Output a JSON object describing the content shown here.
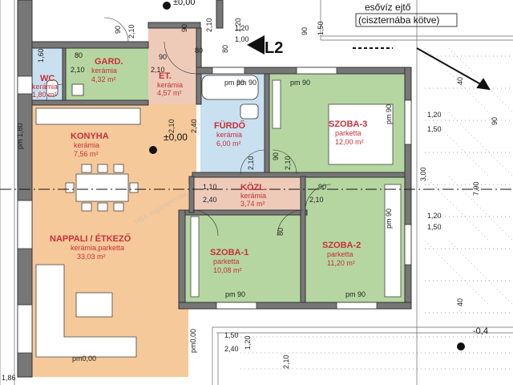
{
  "annotations": {
    "top_level": "±0,00",
    "center_level": "±0,00",
    "right_level": "-0,4",
    "section_mark": "L2",
    "downpipe_line1": "esővíz ejtő",
    "downpipe_line2": "(ciszternába kötve)",
    "watermark": "H&K Ingatlaniroda"
  },
  "rooms": [
    {
      "id": "gard",
      "name": "GARD.",
      "material": "kerámia",
      "area": "4,32 m²"
    },
    {
      "id": "wc",
      "name": "WC",
      "material": "kerámia",
      "area": "1,80 m²"
    },
    {
      "id": "et",
      "name": "ET.",
      "material": "kerámia",
      "area": "4,57 m²"
    },
    {
      "id": "konyha",
      "name": "KONYHA",
      "material": "kerámia",
      "area": "7,56 m²"
    },
    {
      "id": "furdo",
      "name": "FÜRDŐ",
      "material": "kerámia",
      "area": "6,00 m²"
    },
    {
      "id": "szoba3",
      "name": "SZOBA-3",
      "material": "parketta",
      "area": "12,00 m²"
    },
    {
      "id": "kozl",
      "name": "KÖZL.",
      "material": "kerámia",
      "area": "3,74 m²"
    },
    {
      "id": "nappali",
      "name": "NAPPALI / ÉTKEZŐ",
      "material": "kerámia,parketta",
      "area": "33,03 m²"
    },
    {
      "id": "szoba1",
      "name": "SZOBA-1",
      "material": "parketta",
      "area": "10,08 m²"
    },
    {
      "id": "szoba2",
      "name": "SZOBA-2",
      "material": "parketta",
      "area": "11,20 m²"
    }
  ],
  "dimension_labels": [
    "90",
    "2,10",
    "80",
    "2,10",
    "1,60",
    "90",
    "2,10",
    "1,00",
    "1,20",
    "1,50",
    "90",
    "80",
    "2,10",
    "1,20",
    "80",
    "90",
    "2,10",
    "2,40",
    "pm 90",
    "pm 90",
    "pm 1,80",
    "90",
    "2,10",
    "2,10",
    "pm 90",
    "1,20",
    "1,50",
    "3,00",
    "7,90",
    "1,10",
    "2,40",
    "80",
    "90",
    "2,10",
    "pm 90",
    "1,20",
    "1,50",
    "pm 90",
    "pm 90",
    "pm 90",
    "pm0,00",
    "pm0,00",
    "1,50",
    "1,20",
    "2,40",
    "2,10",
    "1,86",
    "40",
    "40",
    "90"
  ]
}
